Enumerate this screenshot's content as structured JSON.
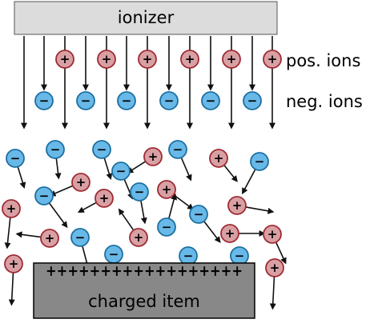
{
  "labels": {
    "ionizer": "ionizer",
    "pos_ions": "pos. ions",
    "neg_ions": "neg. ions",
    "charged_item": "charged item"
  },
  "charge_row": "++++++++++++++++++",
  "ion_signs": {
    "positive": "+",
    "negative": "−"
  },
  "colors": {
    "ionizer_fill": "#dcdcdc",
    "item_fill": "#888888",
    "pos_fill": "#d9a0a4",
    "pos_stroke": "#9e2a33",
    "neg_fill": "#68b9e8",
    "neg_stroke": "#1c6fa0",
    "arrow": "#111111"
  }
}
